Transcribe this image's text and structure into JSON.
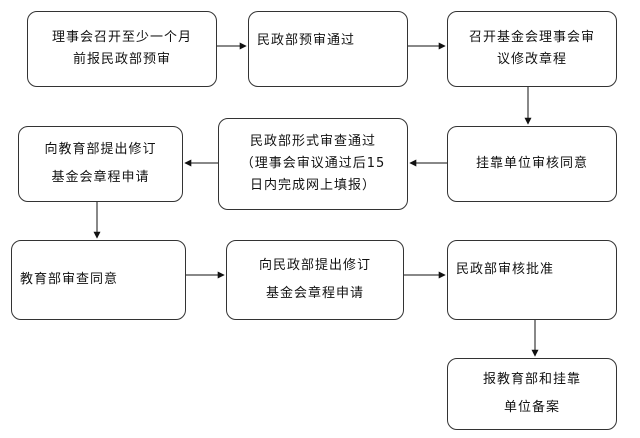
{
  "steps": [
    {
      "lines": [
        "理事会召开至少一个月",
        "前报民政部预审"
      ]
    },
    {
      "lines": [
        "民政部预审通过"
      ]
    },
    {
      "lines": [
        "召开基金会理事会审",
        "议修改章程"
      ]
    },
    {
      "lines": [
        "向教育部提出修订",
        "基金会章程申请"
      ]
    },
    {
      "lines": [
        "民政部形式审查通过",
        "（理事会审议通过后15",
        "日内完成网上填报）"
      ]
    },
    {
      "lines": [
        "挂靠单位审核同意"
      ]
    },
    {
      "lines": [
        "教育部审查同意"
      ]
    },
    {
      "lines": [
        "向民政部提出修订",
        "基金会章程申请"
      ]
    },
    {
      "lines": [
        "民政部审核批准"
      ]
    },
    {
      "lines": [
        "报教育部和挂靠",
        "单位备案"
      ]
    }
  ]
}
